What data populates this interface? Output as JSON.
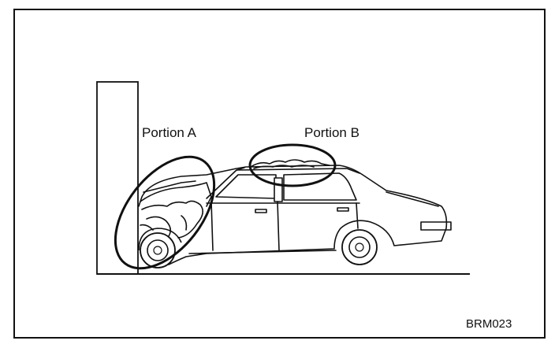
{
  "figure": {
    "labels": {
      "portion_a": "Portion A",
      "portion_b": "Portion B"
    },
    "code": "BRM023"
  }
}
